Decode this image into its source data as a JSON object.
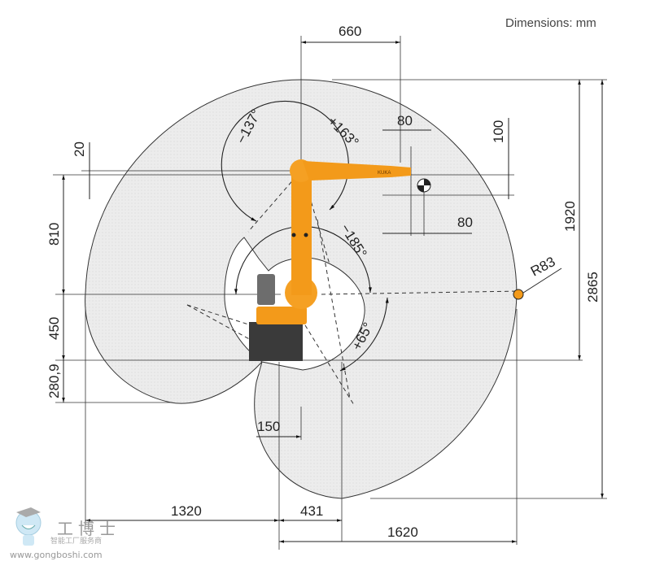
{
  "header": {
    "units_note": "Dimensions: mm"
  },
  "dimensions": {
    "top_reach": "660",
    "flange_offset_top": "80",
    "flange_offset_vertical": "100",
    "arm_offset": "20",
    "height_810": "810",
    "height_450": "450",
    "height_280_9": "280,9",
    "flange_offset_right": "80",
    "height_1920": "1920",
    "height_2865": "2865",
    "radius": "R83",
    "base_150": "150",
    "rear_1320": "1320",
    "front_431": "431",
    "reach_1620": "1620"
  },
  "angles": {
    "a3_neg": "−137°",
    "a3_pos": "+163°",
    "a2_neg": "−185°",
    "a2_pos": "+65°"
  },
  "robot": {
    "brand": "KUKA",
    "color": "#f39a1a",
    "base_color": "#3a3a3a"
  },
  "watermark": {
    "name": "工博士",
    "tagline": "智能工厂服务商",
    "url": "www.gongboshi.com"
  },
  "colors": {
    "envelope": "#ebebeb",
    "line": "#222222"
  }
}
